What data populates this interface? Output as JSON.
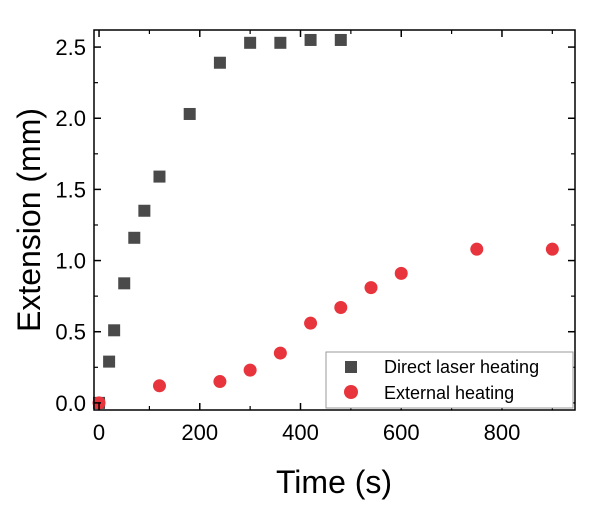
{
  "chart_data": {
    "type": "scatter",
    "xlabel": "Time (s)",
    "ylabel": "Extension (mm)",
    "xlim": [
      -10,
      945
    ],
    "ylim": [
      -0.05,
      2.62
    ],
    "xticks": [
      0,
      200,
      400,
      600,
      800
    ],
    "xtick_labels": [
      "0",
      "200",
      "400",
      "600",
      "800"
    ],
    "yticks": [
      0.0,
      0.5,
      1.0,
      1.5,
      2.0,
      2.5
    ],
    "ytick_labels": [
      "0.0",
      "0.5",
      "1.0",
      "1.5",
      "2.0",
      "2.5"
    ],
    "grid": false,
    "legend_position": "bottom-right",
    "series": [
      {
        "name": "Direct laser heating",
        "marker": "square",
        "color": "#4a4a4a",
        "x": [
          0,
          20,
          30,
          50,
          70,
          90,
          120,
          180,
          240,
          300,
          360,
          420,
          480
        ],
        "y": [
          0.0,
          0.29,
          0.51,
          0.84,
          1.16,
          1.35,
          1.59,
          2.03,
          2.39,
          2.53,
          2.53,
          2.55,
          2.55
        ]
      },
      {
        "name": "External heating",
        "marker": "circle",
        "color": "#e8343c",
        "x": [
          0,
          120,
          240,
          300,
          360,
          420,
          480,
          540,
          600,
          750,
          900
        ],
        "y": [
          0.0,
          0.12,
          0.15,
          0.23,
          0.35,
          0.56,
          0.67,
          0.81,
          0.91,
          1.08,
          1.08
        ]
      }
    ]
  }
}
